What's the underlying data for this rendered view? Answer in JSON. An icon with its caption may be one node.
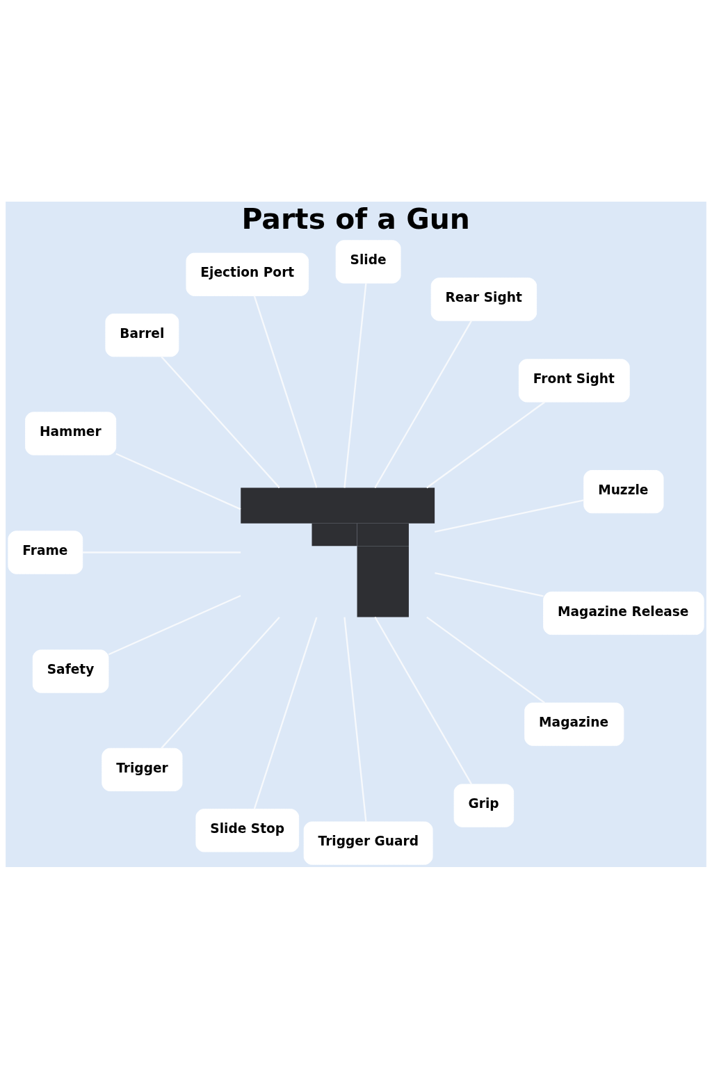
{
  "diagram": {
    "title": "Parts of a Gun",
    "nodes": [
      {
        "text": [
          "Muzzle"
        ]
      },
      {
        "text": [
          "Front Sight"
        ]
      },
      {
        "text": [
          "Rear Sight"
        ]
      },
      {
        "text": [
          "Slide"
        ]
      },
      {
        "text": [
          "Ejection Port"
        ]
      },
      {
        "text": [
          "Barrel"
        ]
      },
      {
        "text": [
          "Hammer"
        ]
      },
      {
        "text": [
          "Frame"
        ]
      },
      {
        "text": [
          "Safety"
        ]
      },
      {
        "text": [
          "Trigger"
        ]
      },
      {
        "text": [
          "Slide Stop"
        ]
      },
      {
        "text": [
          "Trigger Guard"
        ]
      },
      {
        "text": [
          "Grip"
        ]
      },
      {
        "text": [
          "Magazine"
        ]
      },
      {
        "text": [
          "Magazine Release"
        ]
      },
      {
        "text": [],
        "shape": "picture"
      }
    ],
    "edges": [
      {
        "from": 0,
        "to": 15,
        "arrow": "none"
      },
      {
        "from": 1,
        "to": 15,
        "arrow": "none"
      },
      {
        "from": 2,
        "to": 15,
        "arrow": "none"
      },
      {
        "from": 3,
        "to": 15,
        "arrow": "none"
      },
      {
        "from": 4,
        "to": 15,
        "arrow": "none"
      },
      {
        "from": 5,
        "to": 15,
        "arrow": "none"
      },
      {
        "from": 6,
        "to": 15,
        "arrow": "none"
      },
      {
        "from": 7,
        "to": 15,
        "arrow": "none"
      },
      {
        "from": 8,
        "to": 15,
        "arrow": "none"
      },
      {
        "from": 9,
        "to": 15,
        "arrow": "none"
      },
      {
        "from": 10,
        "to": 15,
        "arrow": "none"
      },
      {
        "from": 11,
        "to": 15,
        "arrow": "none"
      },
      {
        "from": 12,
        "to": 15,
        "arrow": "none"
      },
      {
        "from": 13,
        "to": 15,
        "arrow": "none"
      },
      {
        "from": 14,
        "to": 15,
        "arrow": "none"
      }
    ]
  }
}
